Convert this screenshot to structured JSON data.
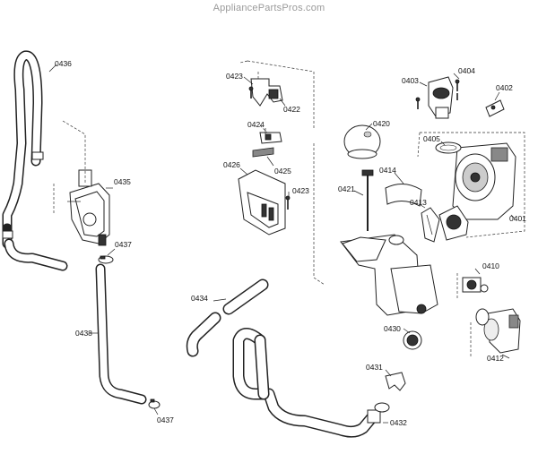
{
  "watermark": "AppliancePartsPros.com",
  "labels": {
    "p0401": "0401",
    "p0402": "0402",
    "p0403": "0403",
    "p0404": "0404",
    "p0405": "0405",
    "p0410": "0410",
    "p0412": "0412",
    "p0413": "0413",
    "p0414": "0414",
    "p0420": "0420",
    "p0421": "0421",
    "p0422": "0422",
    "p0423a": "0423",
    "p0423b": "0423",
    "p0424": "0424",
    "p0425": "0425",
    "p0426": "0426",
    "p0430": "0430",
    "p0431": "0431",
    "p0432": "0432",
    "p0434": "0434",
    "p0435": "0435",
    "p0436": "0436",
    "p0437a": "0437",
    "p0437b": "0437",
    "p0438": "0438"
  }
}
